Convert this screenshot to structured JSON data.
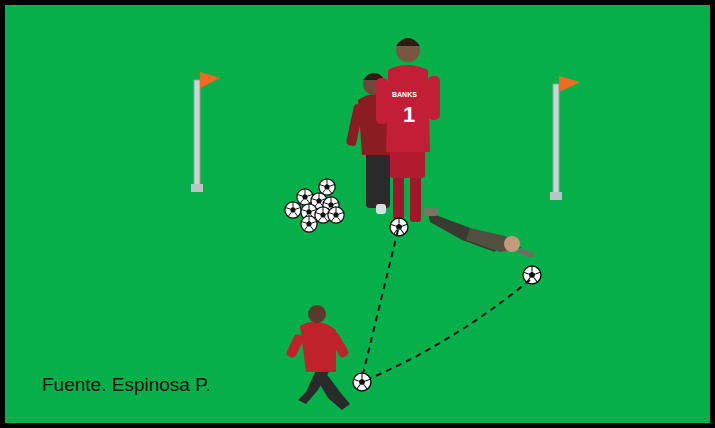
{
  "diagram": {
    "labels": [
      "BANKS",
      "1",
      "Fuente. Espinosa P."
    ]
  }
}
